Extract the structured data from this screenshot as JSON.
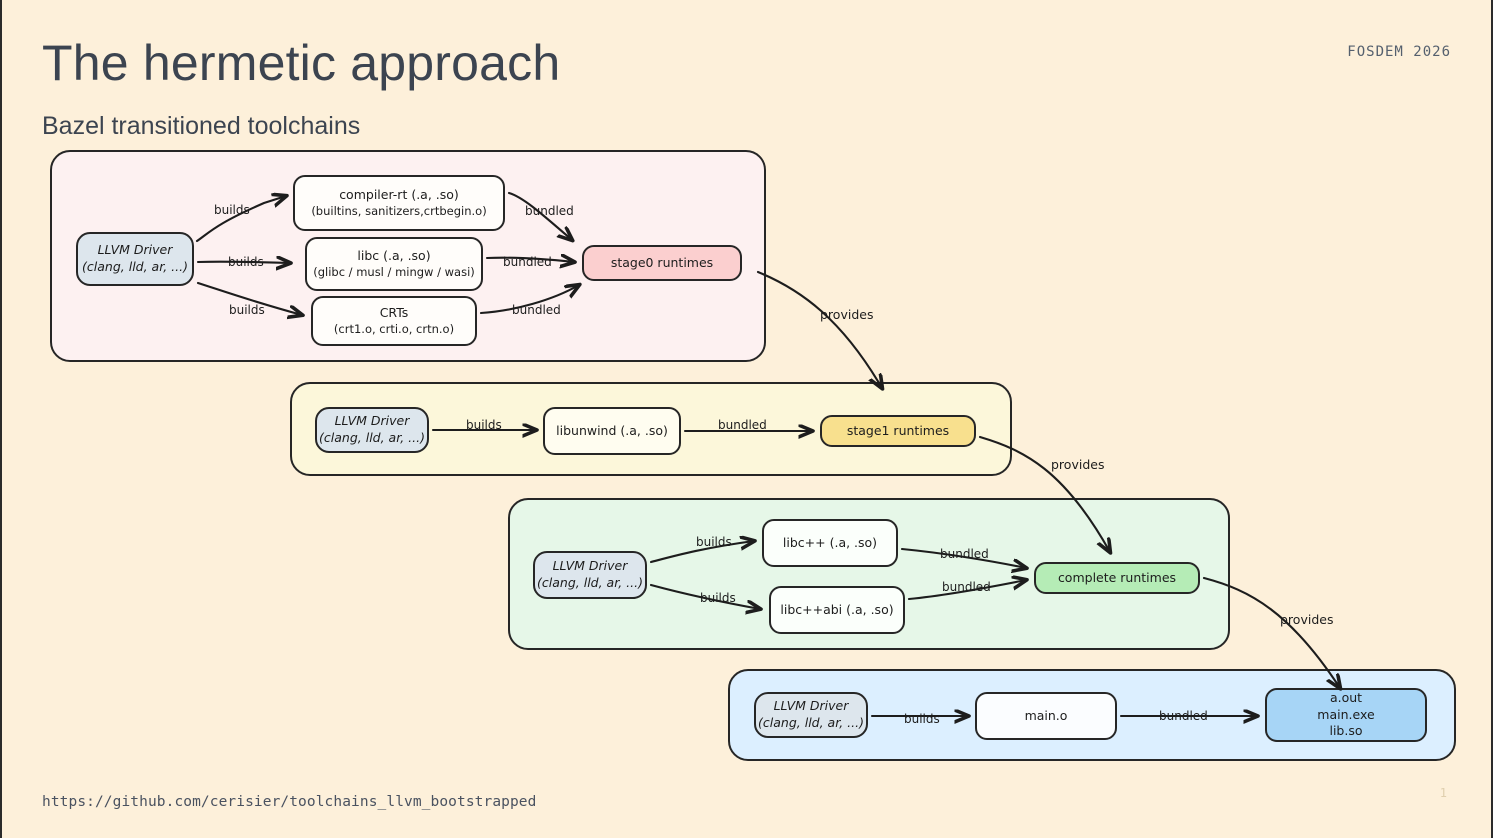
{
  "slide": {
    "title": "The hermetic approach",
    "subtitle": "Bazel transitioned toolchains",
    "conference": "FOSDEM 2026",
    "footer_url": "https://github.com/cerisier/toolchains_llvm_bootstrapped",
    "page_number": "1",
    "background_color": "#fdf0da"
  },
  "stages": {
    "stage0": {
      "container_color": "#fdf1f1",
      "driver": {
        "line1": "LLVM Driver",
        "line2": "(clang, lld, ar, ...)"
      },
      "nodes": [
        {
          "line1": "compiler-rt (.a, .so)",
          "line2": "(builtins, sanitizers,crtbegin.o)"
        },
        {
          "line1": "libc (.a, .so)",
          "line2": "(glibc / musl / mingw / wasi)"
        },
        {
          "line1": "CRTs",
          "line2": "(crt1.o, crti.o, crtn.o)"
        }
      ],
      "output": {
        "label": "stage0 runtimes",
        "color": "#fbcfcf"
      },
      "build_labels": [
        "builds",
        "builds",
        "builds"
      ],
      "bundle_labels": [
        "bundled",
        "bundled",
        "bundled"
      ]
    },
    "stage1": {
      "container_color": "#fcf7da",
      "driver": {
        "line1": "LLVM Driver",
        "line2": "(clang, lld, ar, ...)"
      },
      "nodes": [
        {
          "line1": "libunwind (.a, .so)",
          "line2": ""
        }
      ],
      "output": {
        "label": "stage1 runtimes",
        "color": "#f8e08e"
      },
      "build_labels": [
        "builds"
      ],
      "bundle_labels": [
        "bundled"
      ]
    },
    "complete": {
      "container_color": "#e6f7e8",
      "driver": {
        "line1": "LLVM Driver",
        "line2": "(clang, lld, ar, ...)"
      },
      "nodes": [
        {
          "line1": "libc++ (.a, .so)",
          "line2": ""
        },
        {
          "line1": "libc++abi (.a, .so)",
          "line2": ""
        }
      ],
      "output": {
        "label": "complete runtimes",
        "color": "#b5ecb6"
      },
      "build_labels": [
        "builds",
        "builds"
      ],
      "bundle_labels": [
        "bundled",
        "bundled"
      ]
    },
    "user": {
      "container_color": "#dcefff",
      "driver": {
        "line1": "LLVM Driver",
        "line2": "(clang, lld, ar, ...)"
      },
      "nodes": [
        {
          "line1": "main.o",
          "line2": ""
        }
      ],
      "output": {
        "line1": "a.out",
        "line2": "main.exe",
        "line3": "lib.so",
        "color": "#a7d5f6"
      },
      "build_labels": [
        "builds"
      ],
      "bundle_labels": [
        "bundled"
      ]
    }
  },
  "provides_labels": [
    "provides",
    "provides",
    "provides"
  ]
}
